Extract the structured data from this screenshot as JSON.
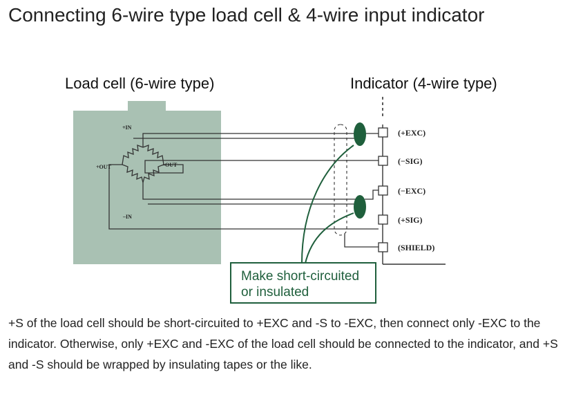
{
  "page": {
    "title": "Connecting 6-wire type load cell & 4-wire input indicator",
    "caption": "+S of the load cell should be short-circuited to +EXC and -S to -EXC, then connect only -EXC to the indicator. Otherwise, only +EXC and -EXC of the load cell should be connected to the indicator, and +S and -S should be wrapped by insulating tapes or the like."
  },
  "diagram": {
    "load_cell_heading": "Load cell (6-wire type)",
    "indicator_heading": "Indicator (4-wire type)",
    "bridge_labels": {
      "plus_in": "+IN",
      "minus_in": "–IN",
      "plus_out": "+OUT",
      "minus_out": "–OUT"
    },
    "terminals": [
      {
        "label": "(+EXC)"
      },
      {
        "label": "(−SIG)"
      },
      {
        "label": "(−EXC)"
      },
      {
        "label": "(+SIG)"
      },
      {
        "label": "(SHIELD)"
      }
    ],
    "callout_line1": "Make short-circuited",
    "callout_line2": "or insulated"
  },
  "colors": {
    "load_cell_body": "#a9c1b3",
    "accent_green": "#1f5f3c",
    "wire": "#333333"
  }
}
